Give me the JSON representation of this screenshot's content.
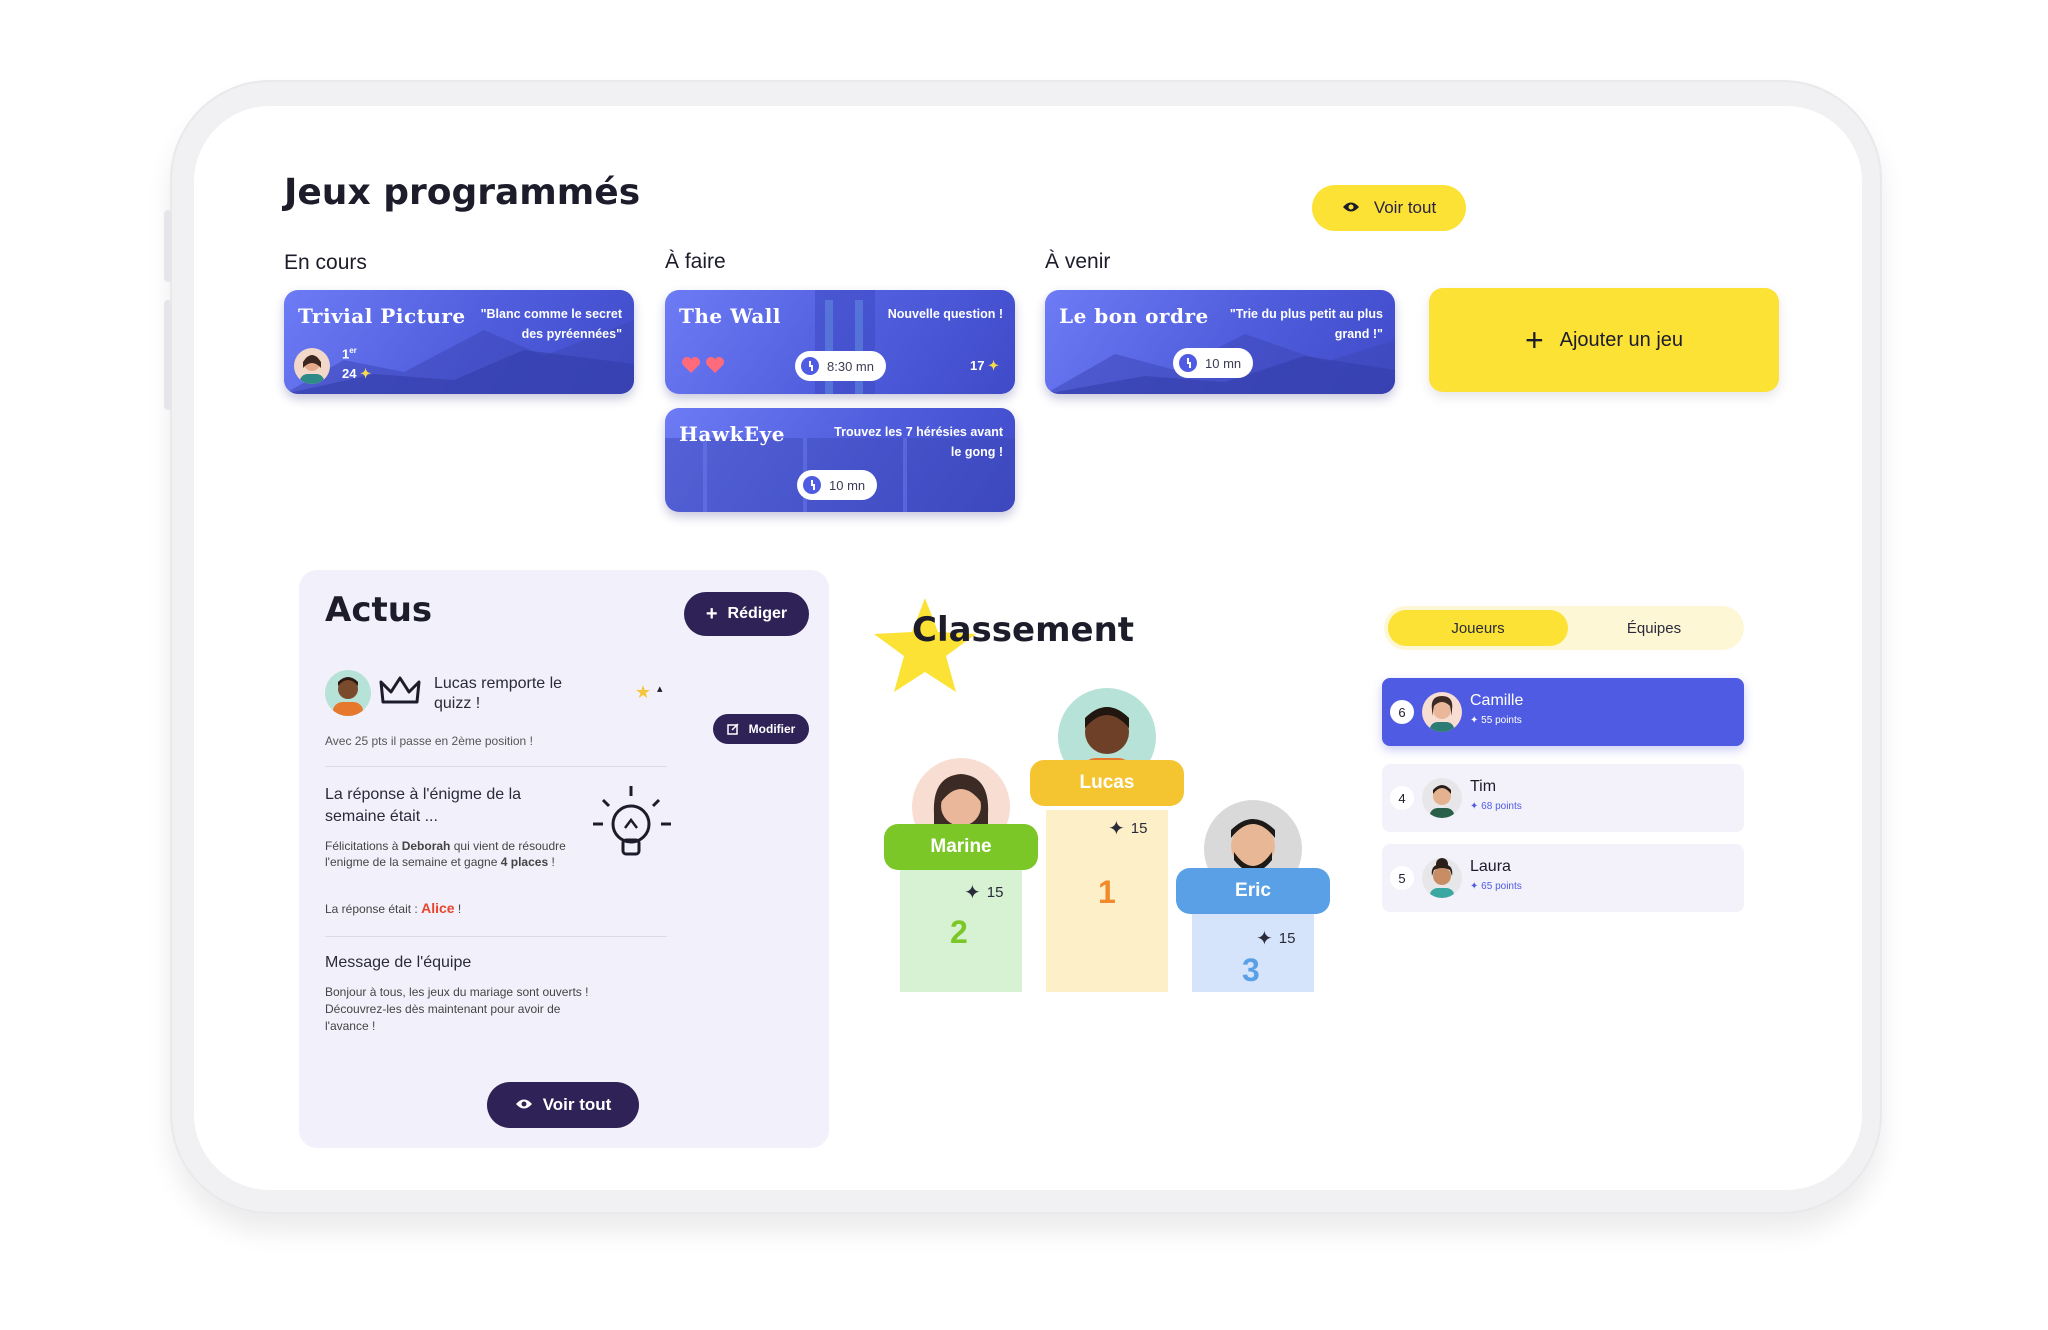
{
  "header": {
    "title": "Jeux programmés",
    "see_all": "Voir tout"
  },
  "columns": {
    "en_cours": "En cours",
    "a_faire": "À faire",
    "a_venir": "À venir"
  },
  "games": {
    "trivial": {
      "name": "Trivial Picture",
      "quote": "\"Blanc comme le secret des pyréennées\"",
      "rank": "1",
      "rank_suffix": "er",
      "points": "24"
    },
    "wall": {
      "name": "The Wall",
      "quote": "Nouvelle question !",
      "timer": "8:30 mn",
      "points": "17"
    },
    "hawkeye": {
      "name": "HawkEye",
      "quote": "Trouvez les 7 hérésies avant le gong !",
      "timer": "10 mn"
    },
    "bon_ordre": {
      "name": "Le bon ordre",
      "quote": "\"Trie du plus petit au plus grand !\"",
      "timer": "10 mn"
    }
  },
  "add_game": "Ajouter un jeu",
  "actus": {
    "title": "Actus",
    "write": "Rédiger",
    "news1": {
      "title": "Lucas remporte le quizz !",
      "sub": "Avec 25 pts il passe en 2ème position !",
      "edit": "Modifier"
    },
    "news2": {
      "title": "La réponse à l'énigme de la semaine était ...",
      "body_a": "Félicitations à ",
      "body_name": "Deborah",
      "body_b": " qui vient de résoudre l'enigme de la semaine et gagne ",
      "body_places": "4 places",
      "body_c": " !",
      "answer_label": "La réponse était : ",
      "answer": "Alice",
      "answer_end": " !"
    },
    "news3": {
      "title": "Message de l'équipe",
      "body": "Bonjour à tous, les jeux du mariage sont ouverts ! Découvrez-les dès maintenant pour avoir de l'avance !"
    },
    "see_all": "Voir tout"
  },
  "classement": {
    "title": "Classement",
    "podium": [
      {
        "name": "Marine",
        "rank": "2",
        "points": "15"
      },
      {
        "name": "Lucas",
        "rank": "1",
        "points": "15"
      },
      {
        "name": "Eric",
        "rank": "3",
        "points": "15"
      }
    ],
    "tabs": {
      "players": "Joueurs",
      "teams": "Équipes"
    },
    "list": [
      {
        "rank": "6",
        "name": "Camille",
        "points": "55 points"
      },
      {
        "rank": "4",
        "name": "Tim",
        "points": "68 points"
      },
      {
        "rank": "5",
        "name": "Laura",
        "points": "65 points"
      }
    ]
  },
  "colors": {
    "accent_yellow": "#fbe235",
    "dark_purple": "#2e2257",
    "game_blue": "#4f5ddc",
    "green": "#7cc728",
    "orange": "#f08a2c",
    "blue": "#5aa0e6",
    "highlight_player": "#4f5be2",
    "answer_red": "#e8452c"
  }
}
